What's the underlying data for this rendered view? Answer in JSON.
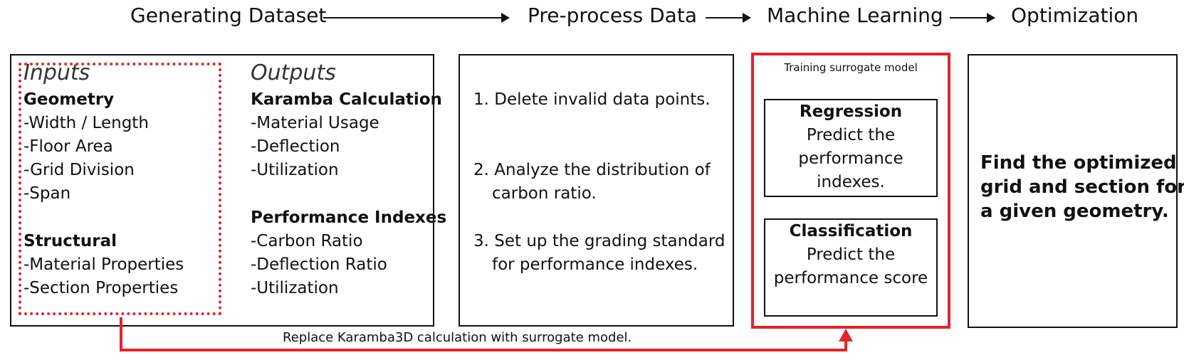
{
  "stages": [
    "Generating Dataset",
    "Pre-process Data",
    "Machine Learning",
    "Optimization"
  ],
  "dataset": {
    "inputs_title": "Inputs",
    "outputs_title": "Outputs",
    "inputs": [
      {
        "heading": "Geometry",
        "items": [
          "-Width / Length",
          "-Floor Area",
          "-Grid Division",
          "-Span"
        ]
      },
      {
        "heading": "Structural",
        "items": [
          "-Material Properties",
          "-Section Properties"
        ]
      }
    ],
    "outputs": [
      {
        "heading": "Karamba Calculation",
        "items": [
          "-Material Usage",
          "-Deflection",
          "-Utilization"
        ]
      },
      {
        "heading": "Performance Indexes",
        "items": [
          "-Carbon Ratio",
          "-Deflection Ratio",
          "-Utilization"
        ]
      }
    ]
  },
  "preprocess": {
    "steps": [
      [
        "1. Delete invalid data points."
      ],
      [
        "2. Analyze the distribution of",
        "carbon ratio."
      ],
      [
        "3. Set up the grading standard",
        "for performance indexes."
      ]
    ]
  },
  "ml": {
    "title": "Training surrogate model",
    "regression": {
      "heading": "Regression",
      "lines": [
        "Predict the",
        "performance",
        "indexes."
      ]
    },
    "classification": {
      "heading": "Classification",
      "lines": [
        "Predict the",
        "performance score"
      ]
    }
  },
  "optimization": {
    "lines": [
      "Find the optimized",
      "grid and section for",
      "a given geometry."
    ]
  },
  "connector_label": "Replace Karamba3D calculation with surrogate model.",
  "colors": {
    "accent": "#e3242b",
    "ink": "#111111"
  }
}
